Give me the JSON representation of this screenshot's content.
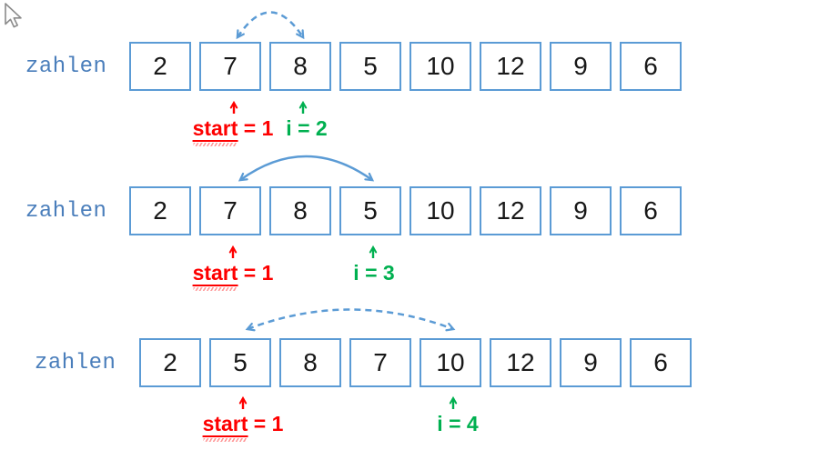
{
  "colors": {
    "box_border_blue": "#5b9bd5",
    "array_label_blue": "#4a7ebb",
    "start_pointer_red": "#fe0000",
    "i_pointer_green": "#00b050",
    "cursor_gray": "#8a8a8a"
  },
  "icons": {
    "mouse_cursor": "arrow-pointer",
    "swap_arc": "curved-double-headed-arrow",
    "index_pointer": "up-arrow"
  },
  "rows": [
    {
      "array_label": "zahlen",
      "cells": [
        "2",
        "7",
        "8",
        "5",
        "10",
        "12",
        "9",
        "6"
      ],
      "start_pointer": {
        "word": "start",
        "rest": " = 1"
      },
      "i_pointer": "i = 2",
      "swap": {
        "from_value": "7",
        "to_value": "8",
        "arc_style": "dashed"
      }
    },
    {
      "array_label": "zahlen",
      "cells": [
        "2",
        "7",
        "8",
        "5",
        "10",
        "12",
        "9",
        "6"
      ],
      "start_pointer": {
        "word": "start",
        "rest": " = 1"
      },
      "i_pointer": "i = 3",
      "swap": {
        "from_value": "7",
        "to_value": "5",
        "arc_style": "solid"
      }
    },
    {
      "array_label": "zahlen",
      "cells": [
        "2",
        "5",
        "8",
        "7",
        "10",
        "12",
        "9",
        "6"
      ],
      "start_pointer": {
        "word": "start",
        "rest": " = 1"
      },
      "i_pointer": "i = 4",
      "swap": {
        "from_value": "5",
        "to_value": "10",
        "arc_style": "dashed"
      }
    }
  ]
}
